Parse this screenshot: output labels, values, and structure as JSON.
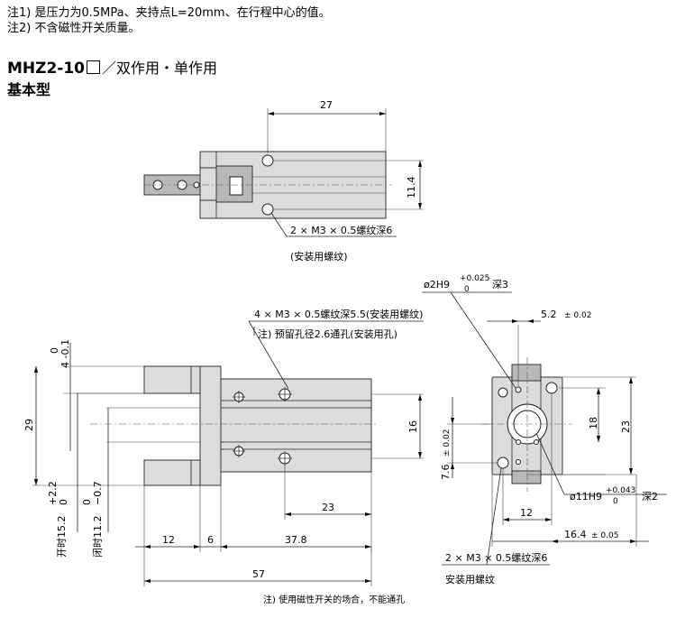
{
  "notes": {
    "note1": "注1) 是压力为0.5MPa、夹持点L=20mm、在行程中心的值。",
    "note2": "注2) 不含磁性开关质量。"
  },
  "heading": {
    "model": "MHZ2-10",
    "action": "／双作用・单作用",
    "type": "基本型"
  },
  "top_view": {
    "dim_width": "27",
    "dim_height": "11.4",
    "callout_line1": "2 × M3 × 0.5螺纹深6",
    "callout_line2": "(安装用螺纹)"
  },
  "front_view": {
    "callout_line1": "4 × M3 × 0.5螺纹深5.5(安装用螺纹)",
    "callout_line2": "注) 预留孔径2.6通孔(安装用孔)",
    "dim_open_tol": "0\n-0.1",
    "dim_open_upper": "0",
    "dim_open_lower": "4 -0.1",
    "dim_29": "29",
    "dim_16": "16",
    "dim_23": "23",
    "dim_12": "12",
    "dim_6": "6",
    "dim_37_8": "37.8",
    "dim_57": "57",
    "open_label": "开时15.2",
    "open_tol_upper": "+2.2",
    "open_tol_lower": "0",
    "closed_label": "闭时11.2",
    "closed_tol_upper": "0",
    "closed_tol_lower": "−0.7",
    "footnote": "注) 使用磁性开关的场合，不能通孔"
  },
  "side_view": {
    "pin_label": "ø2H9",
    "pin_tol_upper": "+0.025",
    "pin_tol_lower": "0",
    "pin_depth": "深3",
    "dim_5_2": "5.2",
    "dim_5_2_tol": "± 0.02",
    "dim_18": "18",
    "dim_23": "23",
    "dim_7_6": "7.6",
    "dim_7_6_tol": "± 0.02",
    "bore_label": "ø11H9",
    "bore_tol_upper": "+0.043",
    "bore_tol_lower": "0",
    "bore_depth": "深2",
    "dim_12": "12",
    "dim_16_4": "16.4",
    "dim_16_4_tol": "± 0.05",
    "callout_line1": "2 × M3 × 0.5螺纹深6",
    "callout_line2": "安装用螺纹"
  }
}
